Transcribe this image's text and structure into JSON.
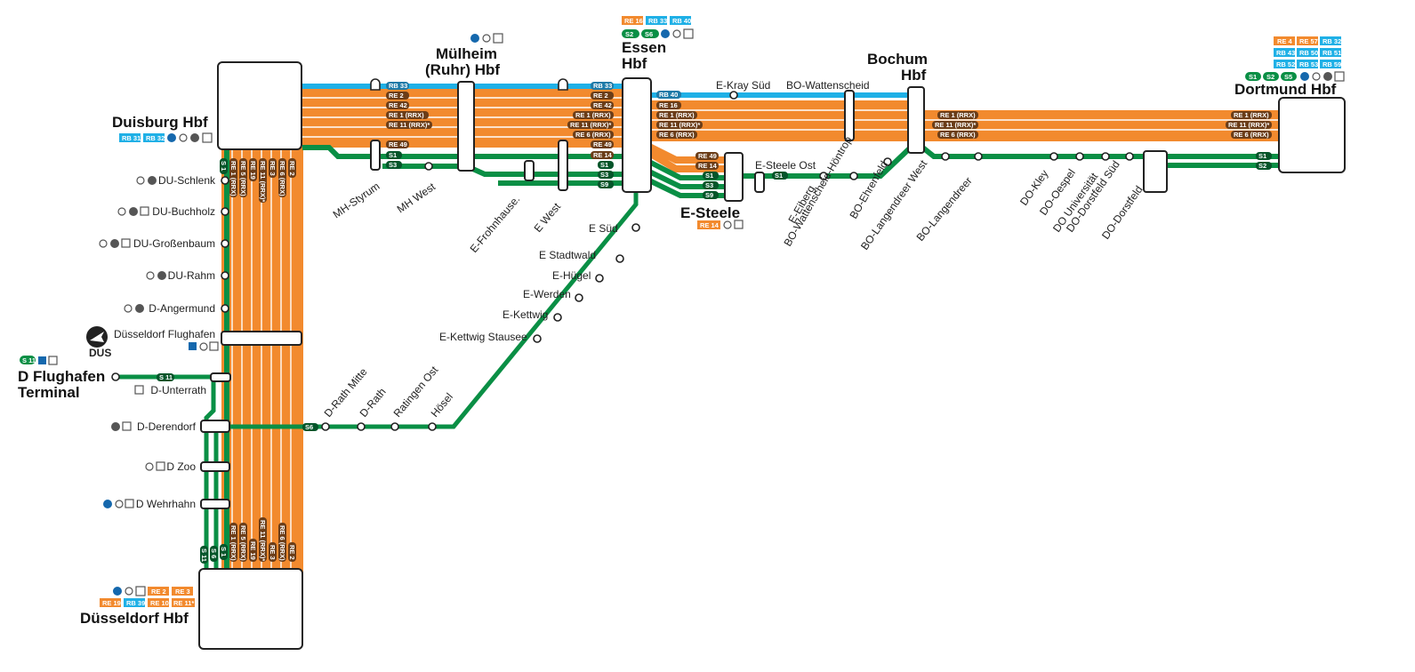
{
  "colors": {
    "orange": "#f28a2e",
    "blue": "#1fb0e6",
    "green": "#0a8f45",
    "brown": "#6b3d18",
    "ubahn": "#1568ad",
    "icon": "#555555",
    "hub_border": "#222222"
  },
  "icon_names": [
    "bike-icon",
    "park-and-ride-icon",
    "wheelchair-icon",
    "u-bahn-icon",
    "airport-plane-icon",
    "skytrain-icon"
  ],
  "hubs": {
    "duisburg": {
      "name": "Duisburg Hbf",
      "tags": [
        "RB 31",
        "RB 32"
      ]
    },
    "muelheim": {
      "line1": "Mülheim",
      "line2": "(Ruhr) Hbf"
    },
    "essen": {
      "line1": "Essen",
      "line2": "Hbf",
      "tags_row1": [
        "RE 16",
        "RB 33",
        "RB 40"
      ],
      "tags_row2": [
        "S2",
        "S6"
      ]
    },
    "bochum": {
      "line1": "Bochum",
      "line2": "Hbf"
    },
    "dortmund": {
      "name": "Dortmund Hbf",
      "tags_row1": [
        "RE 4",
        "RE 57",
        "RB 32"
      ],
      "tags_row2": [
        "RB 43",
        "RB 50",
        "RB 51"
      ],
      "tags_row3": [
        "RB 52",
        "RB 53",
        "RB 59"
      ],
      "tags_row4": [
        "S1",
        "S2",
        "S5"
      ]
    },
    "duesseldorf": {
      "name": "Düsseldorf Hbf",
      "tags_row1": [
        "RE 2",
        "RE 3"
      ],
      "tags_row2": [
        "RE 19",
        "RB 39",
        "RE 10",
        "RE 11*"
      ]
    },
    "flughafen": {
      "name": "Düsseldorf Flughafen",
      "code": "DUS"
    },
    "terminal": {
      "line1": "D Flughafen",
      "line2": "Terminal",
      "tag": "S 11"
    },
    "esteele": {
      "name": "E-Steele",
      "tag": "RE 14"
    }
  },
  "stations_left": [
    "DU-Schlenk",
    "DU-Buchholz",
    "DU-Großenbaum",
    "DU-Rahm",
    "D-Angermund",
    "D-Unterrath",
    "D-Derendorf",
    "D Zoo",
    "D Wehrhahn"
  ],
  "stations_top": [
    "MH-Styrum",
    "MH West",
    "E-Frohnhause.",
    "E West",
    "E-Kray Süd",
    "BO-Wattenscheid"
  ],
  "stations_s6": [
    "E Süd",
    "E Stadtwald",
    "E-Hügel",
    "E-Werden",
    "E-Kettwig",
    "E-Kettwig Stausee",
    "Hösel",
    "Ratingen Ost",
    "D-Rath",
    "D-Rath Mitte"
  ],
  "stations_east": [
    "E-Steele Ost",
    "E-Eiberg",
    "BO-Wattenscheid-Höntrop",
    "BO-Ehrenfeld",
    "BO-Langendreer West",
    "BO-Langendreer",
    "DO-Kley",
    "DO-Oespel",
    "DO Universität",
    "DO-Dorstfeld Süd",
    "DO-Dorstfeld"
  ],
  "lines": {
    "west_labels": [
      "RB 33",
      "RE 2",
      "RE 42",
      "RE 1 (RRX)",
      "RE 11 (RRX)*",
      "RE 49",
      "S1",
      "S3"
    ],
    "east_labels": [
      "RB 33",
      "RE 2",
      "RE 42",
      "RE 1 (RRX)",
      "RE 11 (RRX)*",
      "RE 6 (RRX)",
      "RE 49",
      "RE 14",
      "S1",
      "S3",
      "S9"
    ],
    "essen_east": [
      "RB 40",
      "RE 16",
      "RE 1 (RRX)",
      "RE 11 (RRX)*",
      "RE 6 (RRX)"
    ],
    "steele_labels": [
      "RE 49",
      "RE 14",
      "S1",
      "S3",
      "S9"
    ],
    "dortmund_labels": [
      "RE 1 (RRX)",
      "RE 11 (RRX)*",
      "RE 6 (RRX)"
    ],
    "dortmund_left": [
      "RE 1 (RRX)",
      "RE 11 (RRX)*",
      "RE 6 (RRX)"
    ],
    "dortmund_s": [
      "S1",
      "S2"
    ],
    "vertical_top": [
      "S 1",
      "RE 1 (RRX)",
      "RE 5 (RRX)",
      "RE 19",
      "RE 11 (RRX)*",
      "RE 3",
      "RE 6 (RRX)",
      "RE 2"
    ],
    "vertical_bottom": [
      "S 11",
      "S 6",
      "S 1",
      "RE 1 (RRX)",
      "RE 5 (RRX)",
      "RE 19",
      "RE 11 (RRX)*",
      "RE 3",
      "RE 6 (RRX)",
      "RE 2"
    ],
    "s11": "S 11",
    "s6": "S6",
    "steele_s1": "S1"
  }
}
